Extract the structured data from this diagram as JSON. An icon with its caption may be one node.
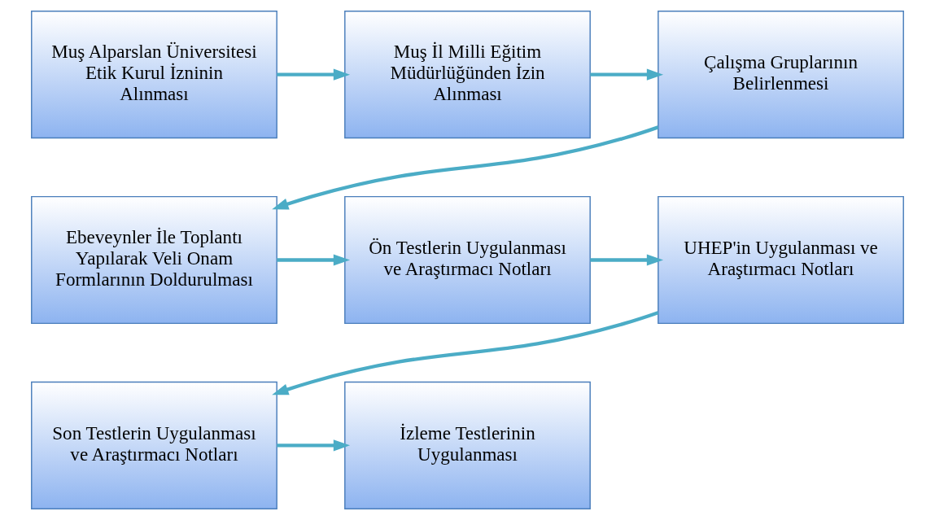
{
  "diagram": {
    "nodes": [
      {
        "text": [
          "Muş Alparslan Üniversitesi Etik Kurul İzninin Alınması"
        ]
      },
      {
        "text": [
          "Muş İl Milli Eğitim Müdürlüğünden İzin Alınması"
        ]
      },
      {
        "text": [
          "Çalışma Gruplarının Belirlenmesi"
        ]
      },
      {
        "text": [
          "Ebeveynler İle Toplantı Yapılarak Veli Onam Formlarının Doldurulması"
        ]
      },
      {
        "text": [
          "Ön Testlerin Uygulanması ve Araştırmacı Notları"
        ]
      },
      {
        "text": [
          "UHEP'in Uygulanması ve Araştırmacı Notları"
        ]
      },
      {
        "text": [
          "Son Testlerin Uygulanması ve Araştırmacı Notları"
        ]
      },
      {
        "text": [
          "İzleme Testlerinin Uygulanması"
        ]
      }
    ],
    "edges": [
      {
        "from": 0,
        "to": 1,
        "arrow": "to"
      },
      {
        "from": 1,
        "to": 2,
        "arrow": "to"
      },
      {
        "from": 2,
        "to": 3,
        "arrow": "to"
      },
      {
        "from": 3,
        "to": 4,
        "arrow": "to"
      },
      {
        "from": 4,
        "to": 5,
        "arrow": "to"
      },
      {
        "from": 5,
        "to": 6,
        "arrow": "to"
      },
      {
        "from": 6,
        "to": 7,
        "arrow": "to"
      }
    ]
  }
}
